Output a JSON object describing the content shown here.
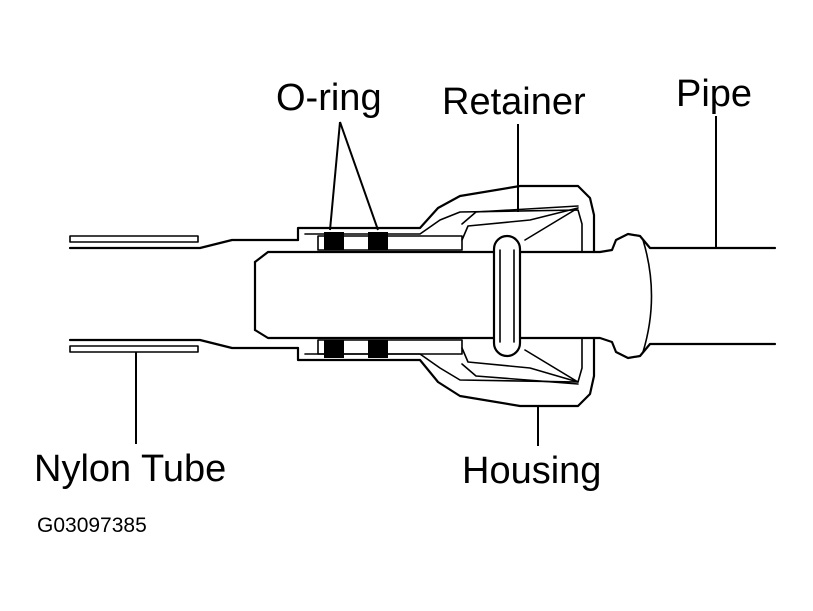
{
  "labels": {
    "o_ring": "O-ring",
    "retainer": "Retainer",
    "pipe": "Pipe",
    "nylon_tube": "Nylon Tube",
    "housing": "Housing"
  },
  "figure_code": "G03097385"
}
